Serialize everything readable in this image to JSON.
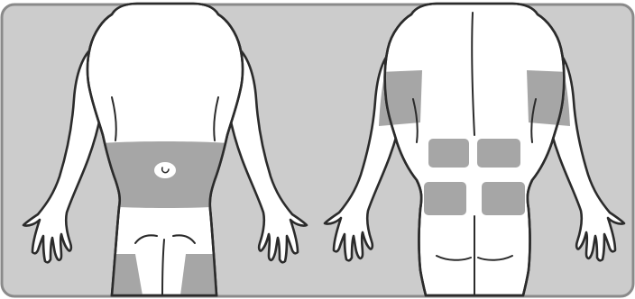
{
  "figure": {
    "views": [
      {
        "view": "front",
        "shaded_zones": [
          "abdomen",
          "left-thigh",
          "right-thigh"
        ]
      },
      {
        "view": "back",
        "shaded_zones": [
          "left-upper-arm",
          "right-upper-arm",
          "left-lower-back",
          "right-lower-back",
          "left-buttock",
          "right-buttock"
        ]
      }
    ]
  },
  "colors": {
    "background": "#cccccc",
    "border": "#8a8a8a",
    "body_fill": "#ffffff",
    "outline": "#2b2b2b",
    "injection_zone": "#a6a6a6"
  }
}
